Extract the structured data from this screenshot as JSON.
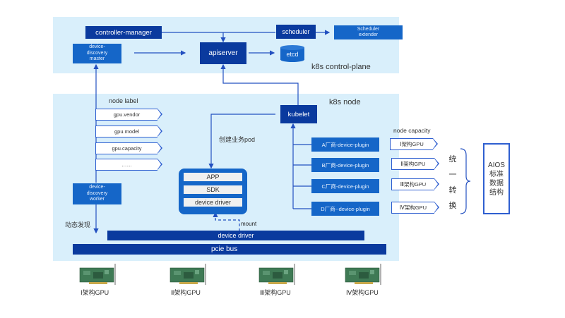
{
  "control_plane": {
    "title": "k8s control-plane",
    "controller_manager": "controller-manager",
    "scheduler": "scheduler",
    "scheduler_extender": "Scheduler extender",
    "device_discovery_master": "device-discovery master",
    "apiserver": "apiserver",
    "etcd": "etcd"
  },
  "node": {
    "title": "k8s node",
    "kubelet": "kubelet",
    "node_label_title": "node label",
    "node_labels": [
      "gpu.vendor",
      "gpu.model",
      "gpu.capacity",
      "……"
    ],
    "device_discovery_worker": "device-discovery worker",
    "dynamic_discovery": "动态发现",
    "create_pod": "创建业务pod",
    "pod_layers": [
      "APP",
      "SDK",
      "device driver"
    ],
    "mount": "mount",
    "device_driver": "device driver",
    "pcie_bus": "pcie bus",
    "plugins": [
      "A厂商-device-plugin",
      "B厂商-device-plugin",
      "C厂商-device-plugin",
      "D厂商--device-plugin"
    ],
    "node_capacity_title": "node capacity",
    "capacities": [
      "Ⅰ架构GPU",
      "Ⅱ架构GPU",
      "Ⅲ架构GPU",
      "Ⅳ架构GPU"
    ]
  },
  "conversion": {
    "label_chars": [
      "统",
      "一",
      "转",
      "换"
    ],
    "aios_lines": [
      "AIOS",
      "标准",
      "数据",
      "结构"
    ]
  },
  "gpus": [
    "Ⅰ架构GPU",
    "Ⅱ架构GPU",
    "Ⅲ架构GPU",
    "Ⅳ架构GPU"
  ],
  "colors": {
    "region_bg": "#d9effb",
    "dark_blue": "#0a3a9e",
    "mid_blue": "#1566c8",
    "line_blue": "#2350c0"
  }
}
